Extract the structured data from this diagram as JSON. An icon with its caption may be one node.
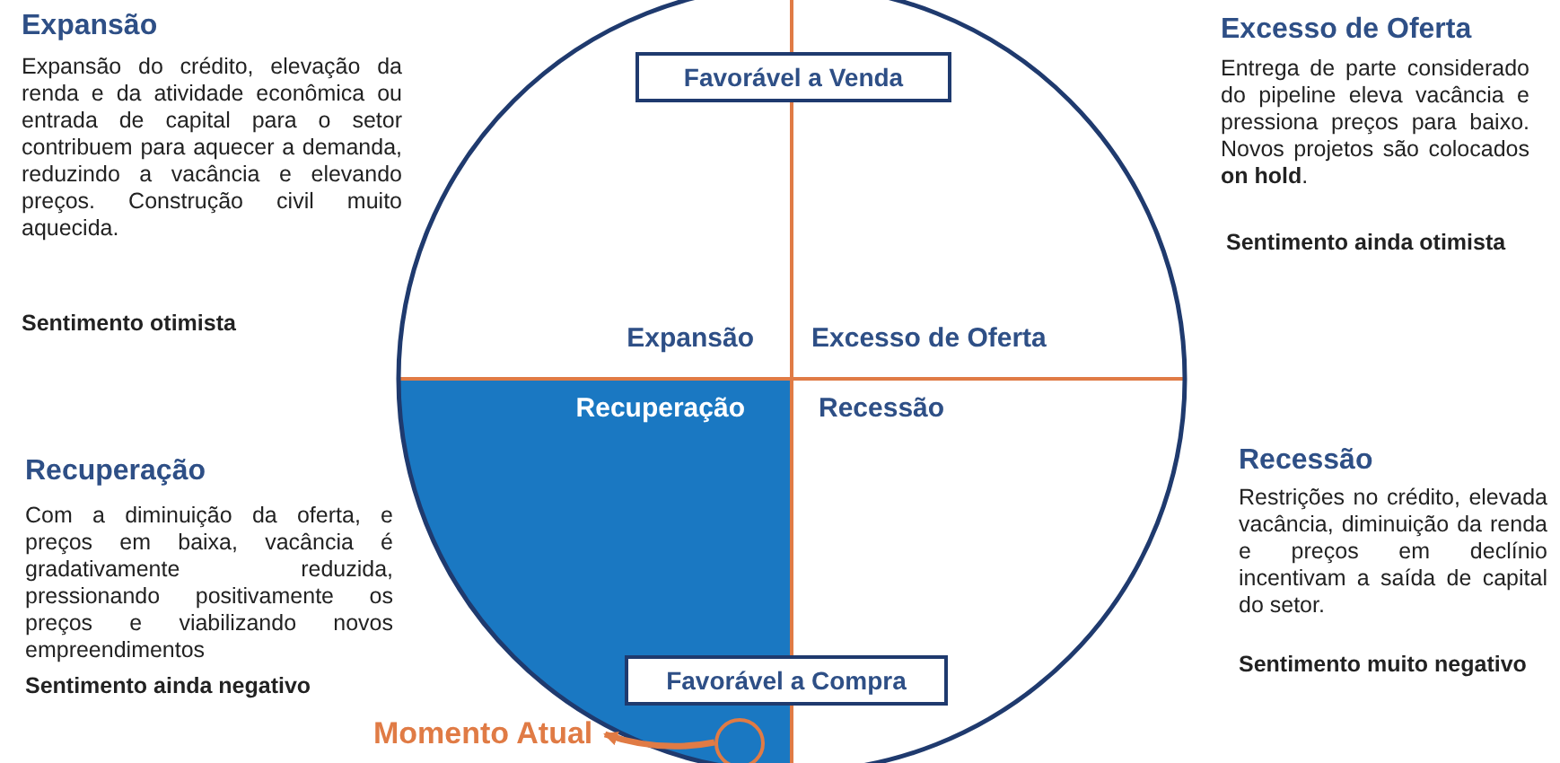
{
  "diagram": {
    "nodes": [
      {
        "text": [
          "Favorável a Venda"
        ]
      },
      {
        "text": [
          "Favorável a Compra"
        ]
      },
      {
        "text": [
          "Momento Atual"
        ]
      },
      {
        "text": [],
        "shape": "circle"
      }
    ],
    "edges": [
      {
        "from": 3,
        "to": 2,
        "arrow": "to"
      }
    ],
    "labels": [
      "Expansão",
      "Expansão do crédito, elevação da renda e da atividade econômica ou entrada de capital para o setor contribuem para aquecer a demanda, reduzindo a vacância e elevando preços. Construção civil muito aquecida.",
      "Sentimento otimista",
      "Excesso de Oferta",
      "Entrega de parte considerado do pipeline eleva vacância e pressiona preços para baixo. Novos projetos são colocados **on hold**.",
      "Sentimento ainda otimista",
      "Expansão",
      "Excesso de Oferta",
      "Recuperação",
      "Recessão",
      "Recuperação",
      "Com a diminuição da oferta, e preços em baixa, vacância é gradativamente reduzida, pressionando positivamente os preços e viabilizando novos empreendimentos",
      "Sentimento ainda negativo",
      "Recessão",
      "Restrições no crédito, elevada vacância, diminuição da renda e preços em declínio incentivam a saída de capital do setor.",
      "Sentimento muito negativo"
    ]
  }
}
